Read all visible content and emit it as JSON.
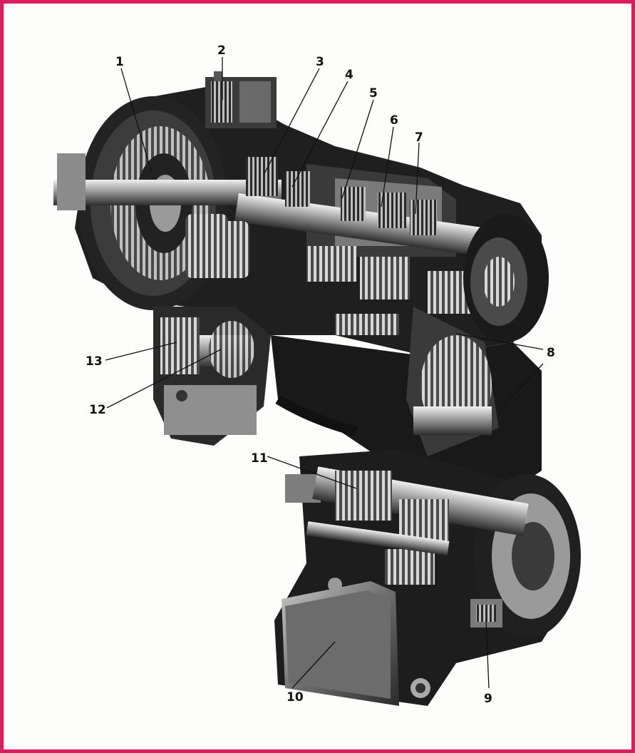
{
  "callouts": [
    {
      "id": "1",
      "text": "1"
    },
    {
      "id": "2",
      "text": "2"
    },
    {
      "id": "3",
      "text": "3"
    },
    {
      "id": "4",
      "text": "4"
    },
    {
      "id": "5",
      "text": "5"
    },
    {
      "id": "6",
      "text": "6"
    },
    {
      "id": "7",
      "text": "7"
    },
    {
      "id": "8",
      "text": "8"
    },
    {
      "id": "9",
      "text": "9"
    },
    {
      "id": "10",
      "text": "10"
    },
    {
      "id": "11",
      "text": "11"
    },
    {
      "id": "12",
      "text": "12"
    },
    {
      "id": "13",
      "text": "13"
    }
  ],
  "colors": {
    "border": "#d81f5b",
    "background": "#fdfdfb",
    "metal_dark": "#1c1c1c",
    "metal_mid": "#5a5a5a",
    "metal_light": "#b8b8b8",
    "highlight": "#e8e8e8"
  }
}
